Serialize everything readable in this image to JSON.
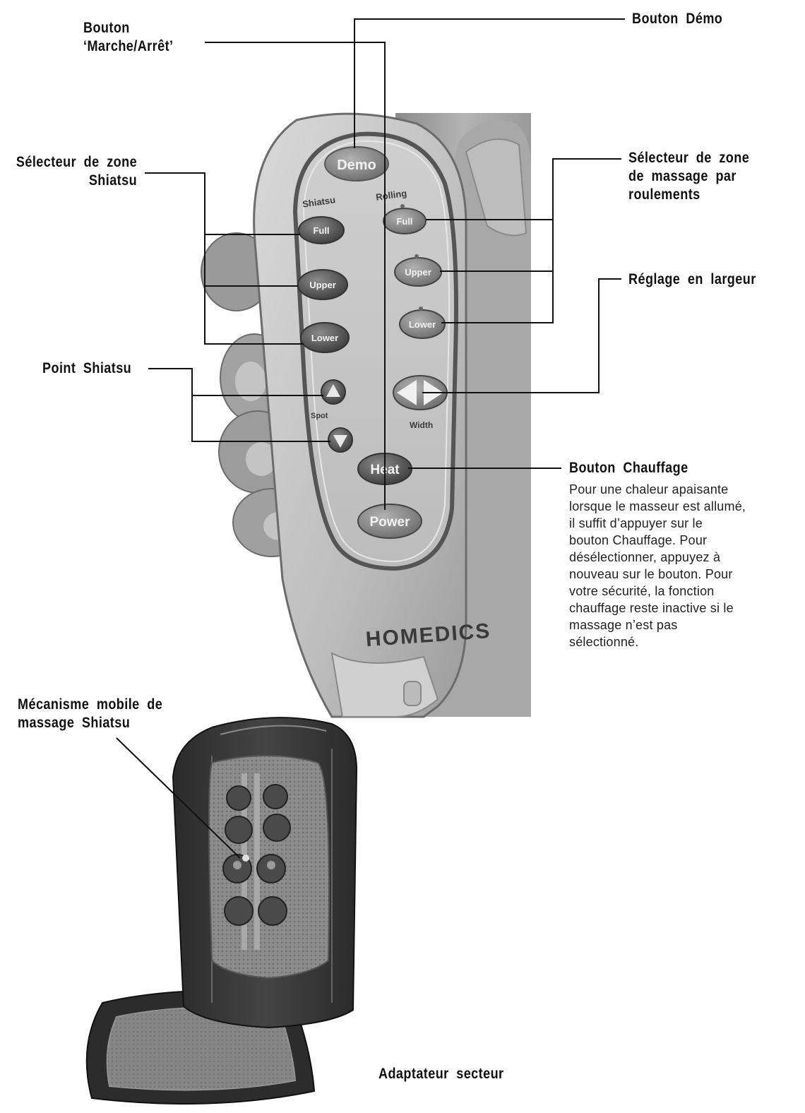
{
  "labels": {
    "power_button": [
      "Bouton",
      "‘Marche/Arrêt’"
    ],
    "demo_button": "Bouton Démo",
    "shiatsu_zone": [
      "Sélecteur de zone",
      "Shiatsu"
    ],
    "rolling_zone": [
      "Sélecteur de zone",
      "de massage par",
      "roulements"
    ],
    "width": "Réglage en largeur",
    "spot": "Point Shiatsu",
    "heat": "Bouton Chauffage",
    "mechanism": [
      "Mécanisme mobile de",
      "massage Shiatsu"
    ],
    "adapter": "Adaptateur secteur"
  },
  "heat_description": [
    "Pour une chaleur apaisante",
    "lorsque le masseur est allumé,",
    "il suffit d’appuyer sur le",
    "bouton Chauffage. Pour",
    "désélectionner, appuyez à",
    "nouveau sur le bouton. Pour",
    "votre sécurité, la fonction",
    "chauffage reste inactive si le",
    "massage n’est pas",
    "sélectionné."
  ],
  "remote": {
    "brand": "HOMEDICS",
    "shiatsu_title": "Shiatsu",
    "rolling_title": "Rolling",
    "spot_title": "Spot",
    "width_title": "Width",
    "buttons": {
      "demo": "Demo",
      "shiatsu_full": "Full",
      "shiatsu_upper": "Upper",
      "shiatsu_lower": "Lower",
      "rolling_full": "Full",
      "rolling_upper": "Upper",
      "rolling_lower": "Lower",
      "heat": "Heat",
      "power": "Power"
    }
  },
  "colors": {
    "ink": "#111111",
    "button": "#4a4a4a",
    "panel": "#c8c8c8"
  }
}
